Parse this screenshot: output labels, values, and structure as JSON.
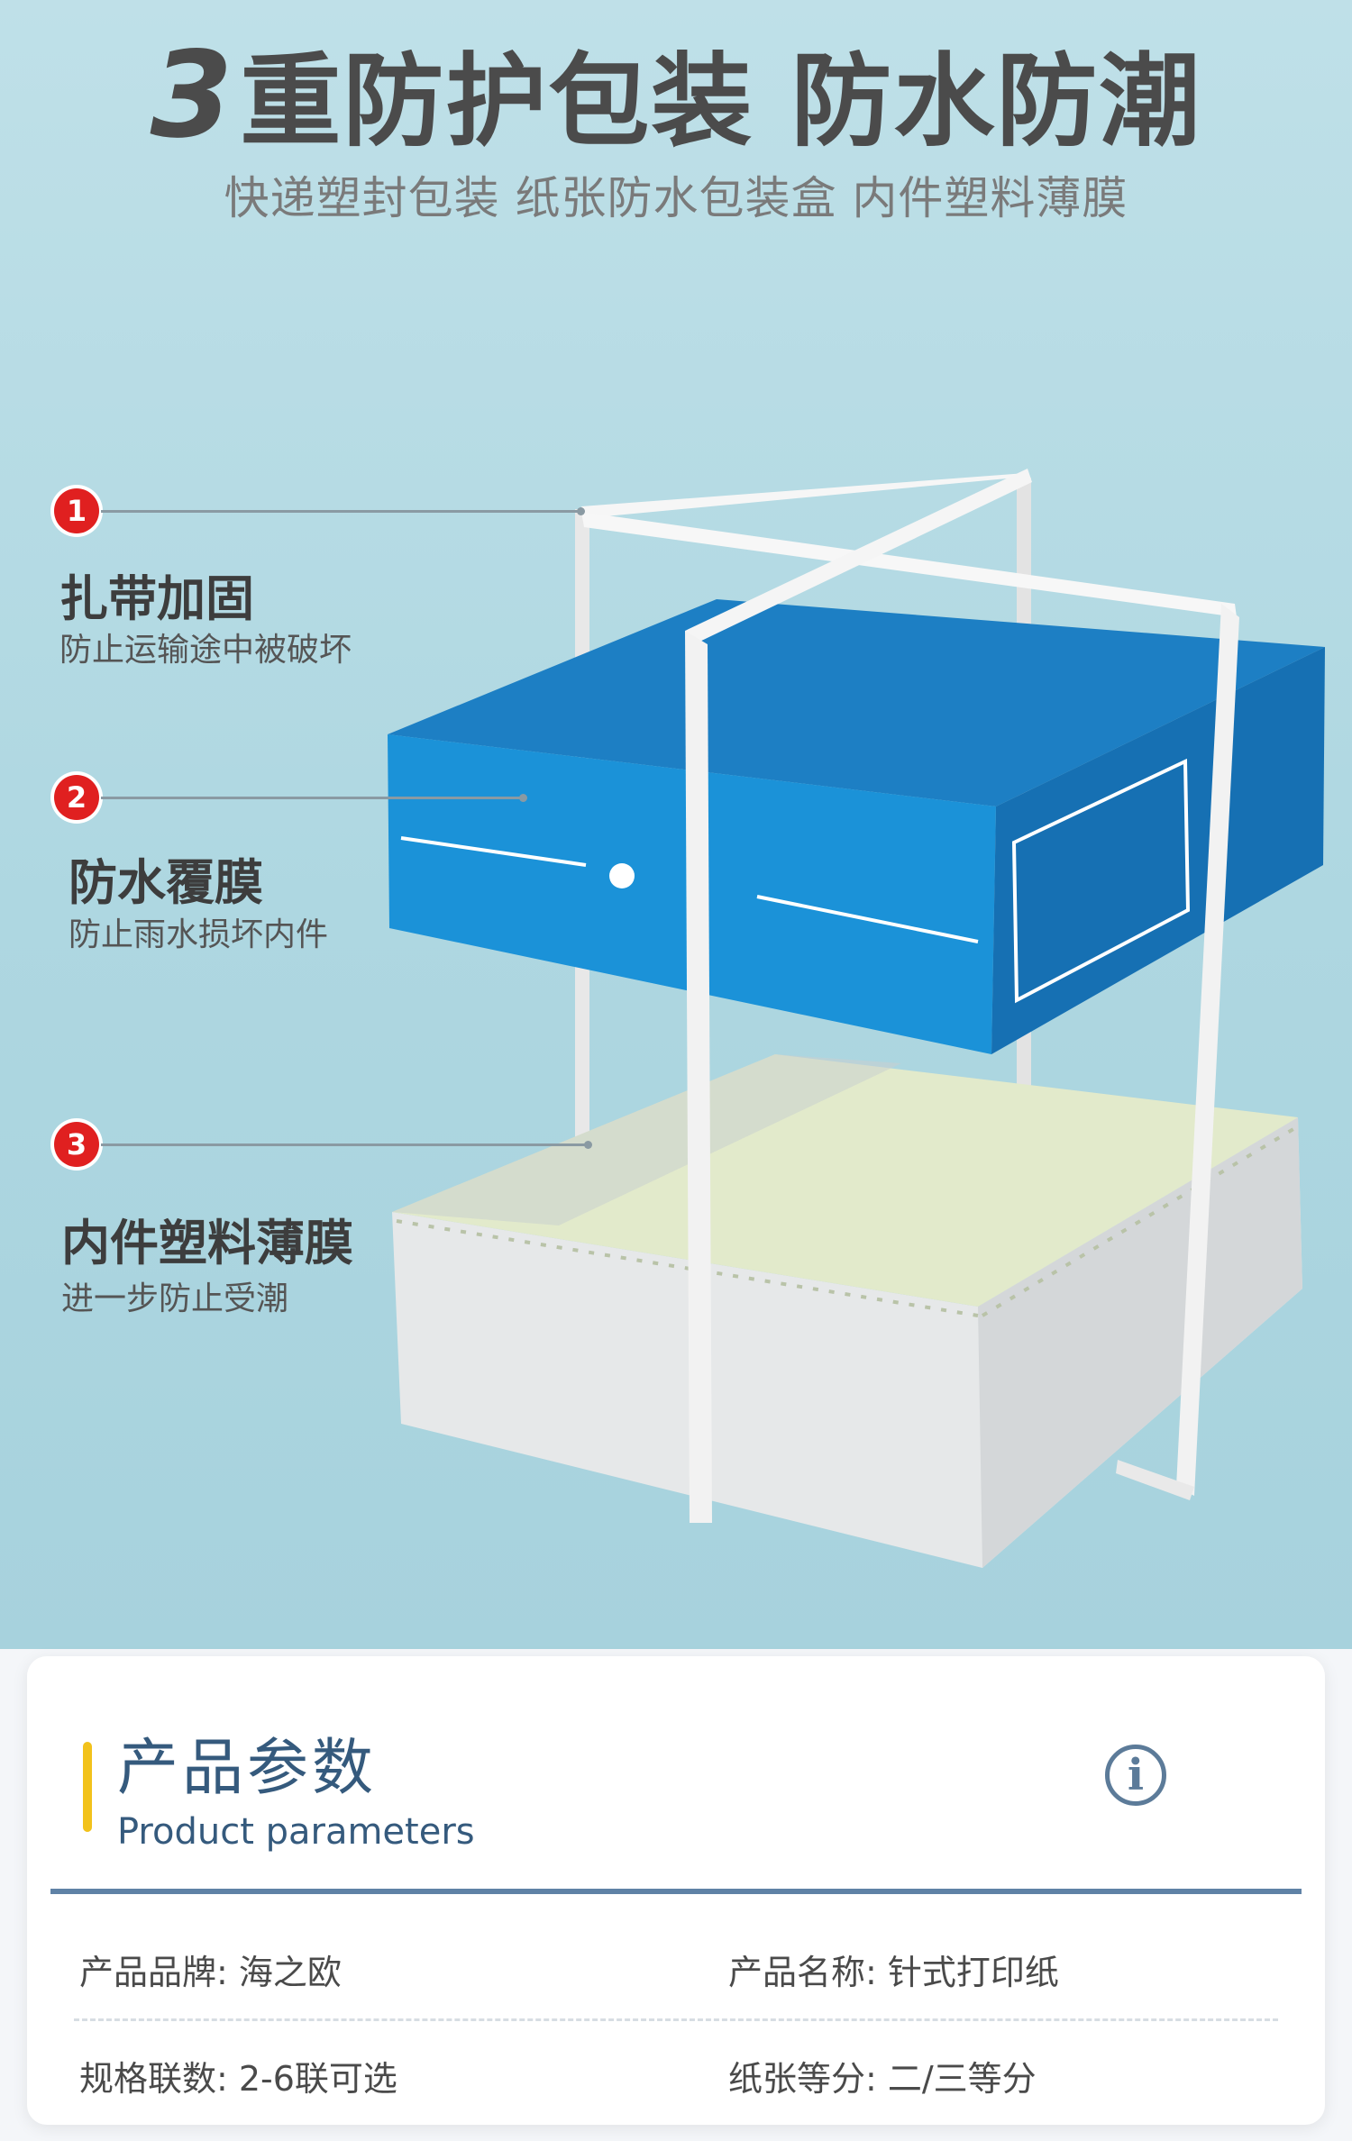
{
  "hero": {
    "headline_num": "3",
    "headline_text": "重防护包装 防水防潮",
    "subline": "快递塑封包装 纸张防水包装盒 内件塑料薄膜"
  },
  "callouts": [
    {
      "num": "1",
      "title": "扎带加固",
      "desc": "防止运输途中被破坏"
    },
    {
      "num": "2",
      "title": "防水覆膜",
      "desc": "防止雨水损坏内件"
    },
    {
      "num": "3",
      "title": "内件塑料薄膜",
      "desc": "进一步防止受潮"
    }
  ],
  "illustration": {
    "colors": {
      "box_top": "#1d7fc4",
      "box_front": "#1b8fd6",
      "box_side": "#1670b3",
      "strap": "#f2f2f2",
      "paper_side": "#e9ebec",
      "paper_top": "#dfe8c8"
    }
  },
  "params": {
    "title_zh": "产品参数",
    "title_en": "Product parameters",
    "rows": [
      [
        {
          "key": "产品品牌:",
          "value": "海之欧"
        },
        {
          "key": "产品名称:",
          "value": "针式打印纸"
        }
      ],
      [
        {
          "key": "规格联数:",
          "value": "2-6联可选"
        },
        {
          "key": "纸张等分:",
          "value": "二/三等分"
        }
      ]
    ]
  }
}
